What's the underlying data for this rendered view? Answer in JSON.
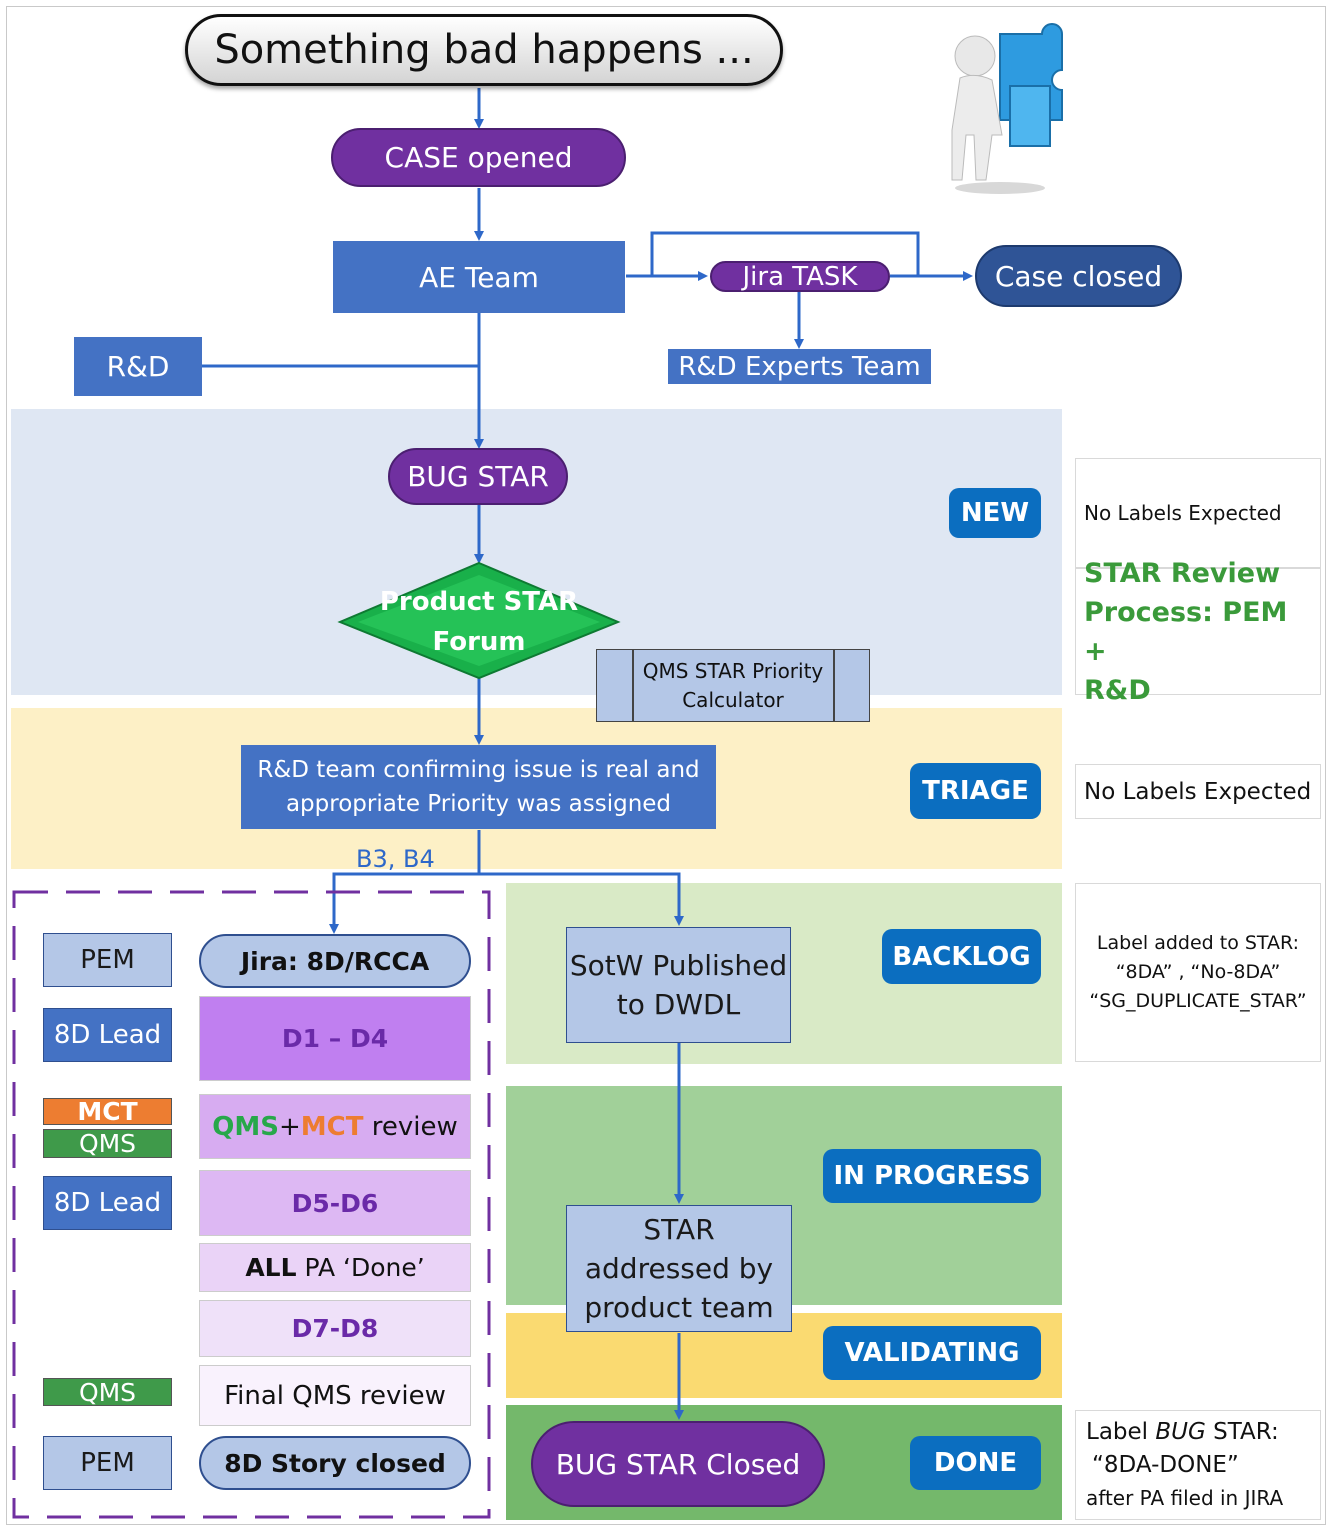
{
  "title": "Something bad happens ...",
  "flow": {
    "case_opened": "CASE opened",
    "ae_team": "AE Team",
    "jira_task": "Jira TASK",
    "case_closed": "Case closed",
    "rd": "R&D",
    "rd_experts": "R&D Experts Team",
    "bug_star": "BUG STAR",
    "forum_line1": "Product STAR",
    "forum_line2": "Forum",
    "qms_calc_line1": "QMS STAR Priority",
    "qms_calc_line2": "Calculator",
    "rd_confirm_line1": "R&D team confirming issue is real and",
    "rd_confirm_line2": "appropriate Priority was assigned",
    "b3b4": "B3, B4",
    "sotw_line1": "SotW Published",
    "sotw_line2": "to DWDL",
    "star_line1": "STAR",
    "star_line2": "addressed by",
    "star_line3": "product team",
    "bug_star_closed": "BUG STAR Closed"
  },
  "stages": {
    "new": "NEW",
    "triage": "TRIAGE",
    "backlog": "BACKLOG",
    "in_progress": "IN PROGRESS",
    "validating": "VALIDATING",
    "done": "DONE"
  },
  "notes": {
    "new": "No Labels Expected",
    "review_line1": "STAR Review",
    "review_line2": "Process: PEM +",
    "review_line3": "R&D",
    "triage": "No Labels Expected",
    "backlog_line1": "Label added to STAR:",
    "backlog_line2": "“8DA” , “No-8DA”",
    "backlog_line3": "“SG_DUPLICATE_STAR”",
    "done_prefix": "Label ",
    "done_italic": "BUG",
    "done_suffix": " STAR:",
    "done_line2": "“8DA-DONE”",
    "done_line3": "after PA filed in JIRA"
  },
  "rcca": {
    "roles": {
      "pem1": "PEM",
      "lead1": "8D Lead",
      "mct": "MCT",
      "qms1": "QMS",
      "lead2": "8D Lead",
      "qms2": "QMS",
      "pem2": "PEM"
    },
    "steps": {
      "jira": "Jira: 8D/RCCA",
      "d1d4": "D1 – D4",
      "review_qms": "QMS",
      "review_plus": "+",
      "review_mct": "MCT",
      "review_word": " review",
      "d5d6": "D5-D6",
      "all_bold": "ALL",
      "all_rest": " PA ‘Done’",
      "d7d8": "D7-D8",
      "final": "Final QMS review",
      "closed": "8D Story closed"
    }
  },
  "colors": {
    "purple": "#7030a0",
    "blue": "#4472c4",
    "light_blue": "#b4c7e7",
    "stage_blue": "#0b6ec0",
    "green_text": "#3a9a3a"
  }
}
